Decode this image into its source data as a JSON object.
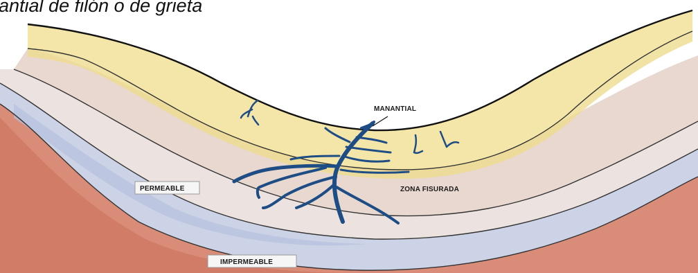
{
  "title": "antial de filón o de grieta",
  "labels": {
    "manantial": "MANANTIAL",
    "permeable": "PERMEABLE",
    "zona_fisurada": "ZONA FISURADA",
    "impermeable": "IMPERMEABLE"
  },
  "colors": {
    "surface_soil": "#f4e6a8",
    "surface_soil_edge": "#eedc8e",
    "transition_band": "#e9d8cf",
    "permeable_layer": "#cdd3e6",
    "permeable_dark": "#b7c0dd",
    "fissured_zone": "#ece3e1",
    "impermeable_layer": "#d98c78",
    "impermeable_dark": "#c9705a",
    "fissure_water": "#1e4d86",
    "outline": "#111111"
  }
}
